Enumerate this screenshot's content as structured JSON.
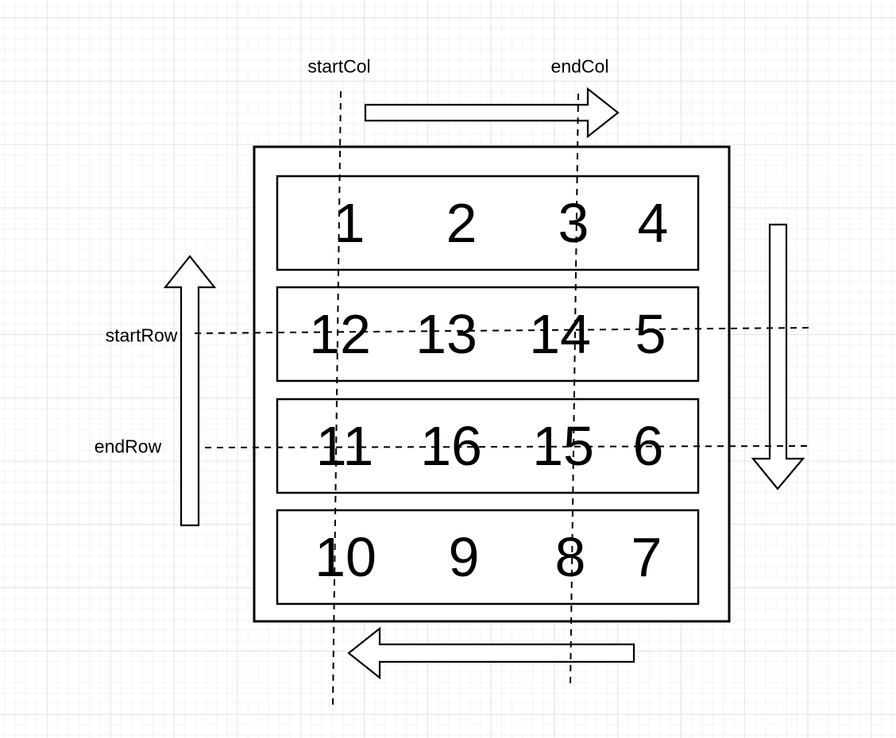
{
  "labels": {
    "start_col": "startCol",
    "end_col": "endCol",
    "start_row": "startRow",
    "end_row": "endRow"
  },
  "matrix": {
    "rows": [
      {
        "values": [
          "1",
          "2",
          "3",
          "4"
        ]
      },
      {
        "values": [
          "12",
          "13",
          "14",
          "5"
        ]
      },
      {
        "values": [
          "11",
          "16",
          "15",
          "6"
        ]
      },
      {
        "values": [
          "10",
          "9",
          "8",
          "7"
        ]
      }
    ]
  },
  "arrows": [
    {
      "side": "top",
      "direction": "right"
    },
    {
      "side": "right",
      "direction": "down"
    },
    {
      "side": "bottom",
      "direction": "left"
    },
    {
      "side": "left",
      "direction": "up"
    }
  ],
  "colors": {
    "stroke": "#000000",
    "shape_fill": "#ffffff",
    "text": "#000000",
    "grid_minor": "#f4f4f4",
    "grid_major": "#e4e4e4"
  }
}
